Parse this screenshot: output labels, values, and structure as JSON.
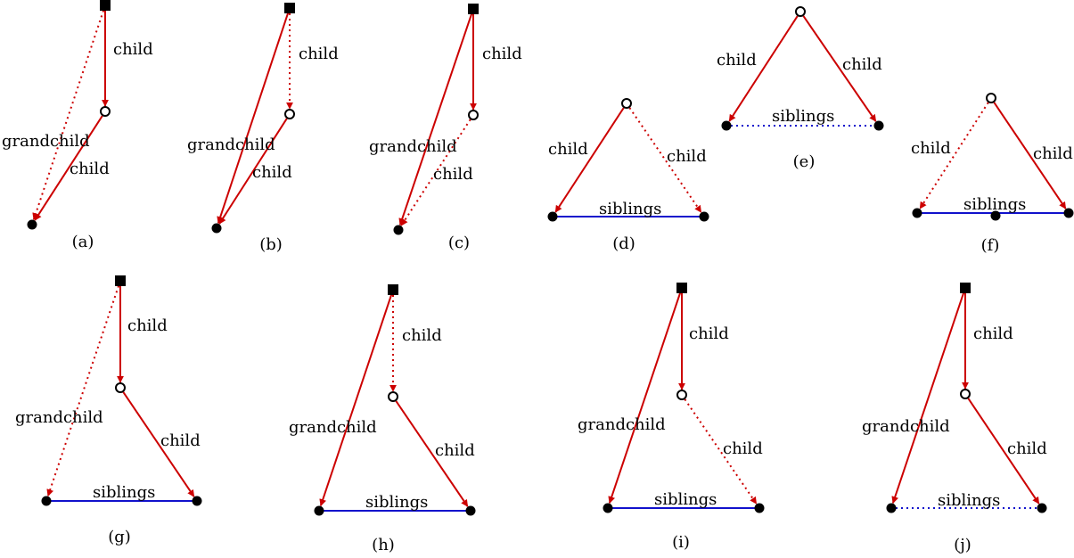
{
  "colors": {
    "arrow": "#cc0000",
    "sibling": "#1111cc",
    "node": "#000000"
  },
  "node_shapes": {
    "filled-square": "filled square",
    "open-circle": "open circle",
    "filled-circle": "filled circle"
  },
  "relation_labels": {
    "child": "child",
    "grandchild": "grandchild",
    "siblings": "siblings"
  },
  "panels": [
    {
      "caption": "(a)",
      "edges": [
        {
          "label": "child",
          "style": "solid"
        },
        {
          "label": "child",
          "style": "solid"
        },
        {
          "label": "grandchild",
          "style": "dotted"
        }
      ]
    },
    {
      "caption": "(b)",
      "edges": [
        {
          "label": "child",
          "style": "dotted"
        },
        {
          "label": "child",
          "style": "solid"
        },
        {
          "label": "grandchild",
          "style": "solid"
        }
      ]
    },
    {
      "caption": "(c)",
      "edges": [
        {
          "label": "child",
          "style": "solid"
        },
        {
          "label": "child",
          "style": "dotted"
        },
        {
          "label": "grandchild",
          "style": "solid"
        }
      ]
    },
    {
      "caption": "(d)",
      "edges": [
        {
          "label": "child",
          "style": "solid"
        },
        {
          "label": "child",
          "style": "dotted"
        },
        {
          "label": "siblings",
          "style": "solid"
        }
      ]
    },
    {
      "caption": "(e)",
      "edges": [
        {
          "label": "child",
          "style": "solid"
        },
        {
          "label": "child",
          "style": "solid"
        },
        {
          "label": "siblings",
          "style": "dotted"
        }
      ]
    },
    {
      "caption": "(f)",
      "edges": [
        {
          "label": "child",
          "style": "dotted"
        },
        {
          "label": "child",
          "style": "solid"
        },
        {
          "label": "siblings",
          "style": "solid"
        }
      ]
    },
    {
      "caption": "(g)",
      "edges": [
        {
          "label": "child",
          "style": "solid"
        },
        {
          "label": "child",
          "style": "solid"
        },
        {
          "label": "grandchild",
          "style": "dotted"
        },
        {
          "label": "siblings",
          "style": "solid"
        }
      ]
    },
    {
      "caption": "(h)",
      "edges": [
        {
          "label": "child",
          "style": "dotted"
        },
        {
          "label": "child",
          "style": "solid"
        },
        {
          "label": "grandchild",
          "style": "solid"
        },
        {
          "label": "siblings",
          "style": "solid"
        }
      ]
    },
    {
      "caption": "(i)",
      "edges": [
        {
          "label": "child",
          "style": "solid"
        },
        {
          "label": "child",
          "style": "dotted"
        },
        {
          "label": "grandchild",
          "style": "solid"
        },
        {
          "label": "siblings",
          "style": "solid"
        }
      ]
    },
    {
      "caption": "(j)",
      "edges": [
        {
          "label": "child",
          "style": "solid"
        },
        {
          "label": "child",
          "style": "solid"
        },
        {
          "label": "grandchild",
          "style": "solid"
        },
        {
          "label": "siblings",
          "style": "dotted"
        }
      ]
    }
  ]
}
